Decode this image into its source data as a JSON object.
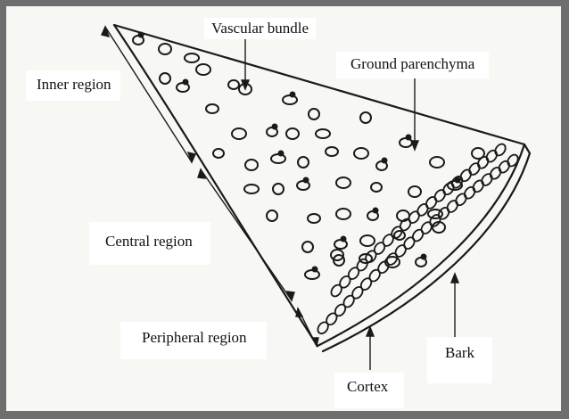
{
  "diagram": {
    "labels": {
      "vascular_bundle": "Vascular bundle",
      "ground_parenchyma": "Ground parenchyma",
      "inner_region": "Inner region",
      "central_region": "Central region",
      "peripheral_region": "Peripheral region",
      "bark": "Bark",
      "cortex": "Cortex"
    },
    "colors": {
      "ink": "#1a1a1a",
      "frame": "#6e6e6e",
      "paper": "#f7f7f4",
      "label_bg": "#ffffff"
    }
  }
}
